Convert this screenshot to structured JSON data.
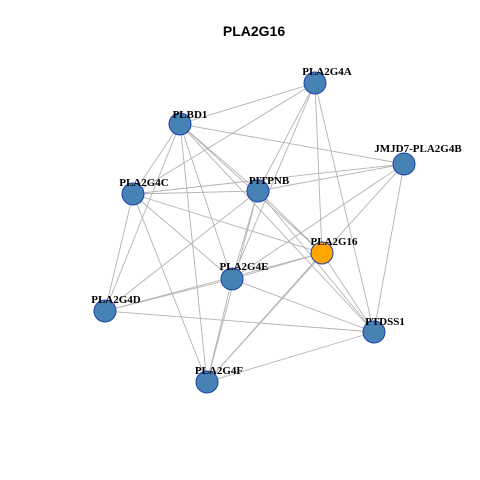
{
  "title": "PLA2G16",
  "colors": {
    "node_default": "#4682b4",
    "node_highlight": "#ffa500",
    "node_border": "#1f3fb0",
    "edge": "#b3b3b3"
  },
  "nodes": [
    {
      "id": "PLA2G4A",
      "label": "PLA2G4A",
      "highlight": false
    },
    {
      "id": "PLBD1",
      "label": "PLBD1",
      "highlight": false
    },
    {
      "id": "JMJD7-PLA2G4B",
      "label": "JMJD7-PLA2G4B",
      "highlight": false
    },
    {
      "id": "PLA2G4C",
      "label": "PLA2G4C",
      "highlight": false
    },
    {
      "id": "PITPNB",
      "label": "PITPNB",
      "highlight": false
    },
    {
      "id": "PLA2G16",
      "label": "PLA2G16",
      "highlight": true
    },
    {
      "id": "PLA2G4E",
      "label": "PLA2G4E",
      "highlight": false
    },
    {
      "id": "PLA2G4D",
      "label": "PLA2G4D",
      "highlight": false
    },
    {
      "id": "PTDSS1",
      "label": "PTDSS1",
      "highlight": false
    },
    {
      "id": "PLA2G4F",
      "label": "PLA2G4F",
      "highlight": false
    }
  ],
  "edges": [
    [
      "PLA2G4A",
      "PLBD1"
    ],
    [
      "PLA2G4A",
      "PLA2G4C"
    ],
    [
      "PLA2G4A",
      "PITPNB"
    ],
    [
      "PLA2G4A",
      "PLA2G4E"
    ],
    [
      "PLA2G4A",
      "PLA2G16"
    ],
    [
      "PLA2G4A",
      "PTDSS1"
    ],
    [
      "PLBD1",
      "JMJD7-PLA2G4B"
    ],
    [
      "PLBD1",
      "PLA2G4C"
    ],
    [
      "PLBD1",
      "PITPNB"
    ],
    [
      "PLBD1",
      "PLA2G16"
    ],
    [
      "PLBD1",
      "PLA2G4E"
    ],
    [
      "PLBD1",
      "PLA2G4D"
    ],
    [
      "PLBD1",
      "PLA2G4F"
    ],
    [
      "PLBD1",
      "PTDSS1"
    ],
    [
      "JMJD7-PLA2G4B",
      "PLA2G4C"
    ],
    [
      "JMJD7-PLA2G4B",
      "PITPNB"
    ],
    [
      "JMJD7-PLA2G4B",
      "PLA2G4E"
    ],
    [
      "JMJD7-PLA2G4B",
      "PTDSS1"
    ],
    [
      "JMJD7-PLA2G4B",
      "PLA2G4F"
    ],
    [
      "PLA2G4C",
      "PITPNB"
    ],
    [
      "PLA2G4C",
      "PLA2G4E"
    ],
    [
      "PLA2G4C",
      "PLA2G4D"
    ],
    [
      "PLA2G4C",
      "PLA2G4F"
    ],
    [
      "PLA2G4C",
      "PLA2G16"
    ],
    [
      "PITPNB",
      "PLA2G4E"
    ],
    [
      "PITPNB",
      "PLA2G16"
    ],
    [
      "PITPNB",
      "PLA2G4D"
    ],
    [
      "PITPNB",
      "PLA2G4F"
    ],
    [
      "PITPNB",
      "PTDSS1"
    ],
    [
      "PLA2G16",
      "PLA2G4E"
    ],
    [
      "PLA2G16",
      "PTDSS1"
    ],
    [
      "PLA2G16",
      "PLA2G4F"
    ],
    [
      "PLA2G16",
      "PLA2G4D"
    ],
    [
      "PLA2G4E",
      "PLA2G4D"
    ],
    [
      "PLA2G4E",
      "PTDSS1"
    ],
    [
      "PLA2G4E",
      "PLA2G4F"
    ],
    [
      "PLA2G4D",
      "PTDSS1"
    ],
    [
      "PTDSS1",
      "PLA2G4F"
    ]
  ]
}
